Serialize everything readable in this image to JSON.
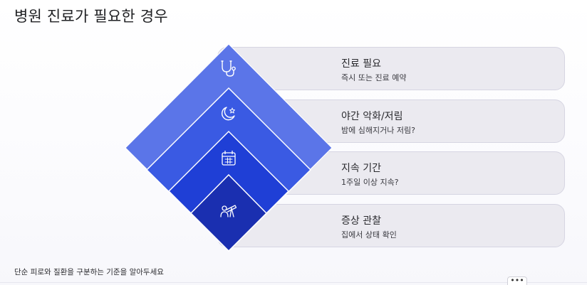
{
  "page": {
    "title": "병원 진료가 필요한 경우",
    "footnote": "단순 피로와 질환을 구분하는 기준을 알아두세요",
    "more_label": "•••"
  },
  "colors": {
    "layer_1": "#5b75e8",
    "layer_2": "#3a5ae3",
    "layer_3": "#1f3fd6",
    "layer_4": "#1a2fb0",
    "card_bg": "#ebeaf0",
    "card_border": "#d6d5e2"
  },
  "levels": [
    {
      "title": "진료 필요",
      "subtitle": "즉시 또는 진료 예약",
      "icon": "stethoscope-icon"
    },
    {
      "title": "야간 악화/저림",
      "subtitle": "밤에 심해지거나 저림?",
      "icon": "moon-star-icon"
    },
    {
      "title": "지속 기간",
      "subtitle": "1주일 이상 지속?",
      "icon": "calendar-icon"
    },
    {
      "title": "증상 관찰",
      "subtitle": "집에서 상태 확인",
      "icon": "telescope-observer-icon"
    }
  ]
}
